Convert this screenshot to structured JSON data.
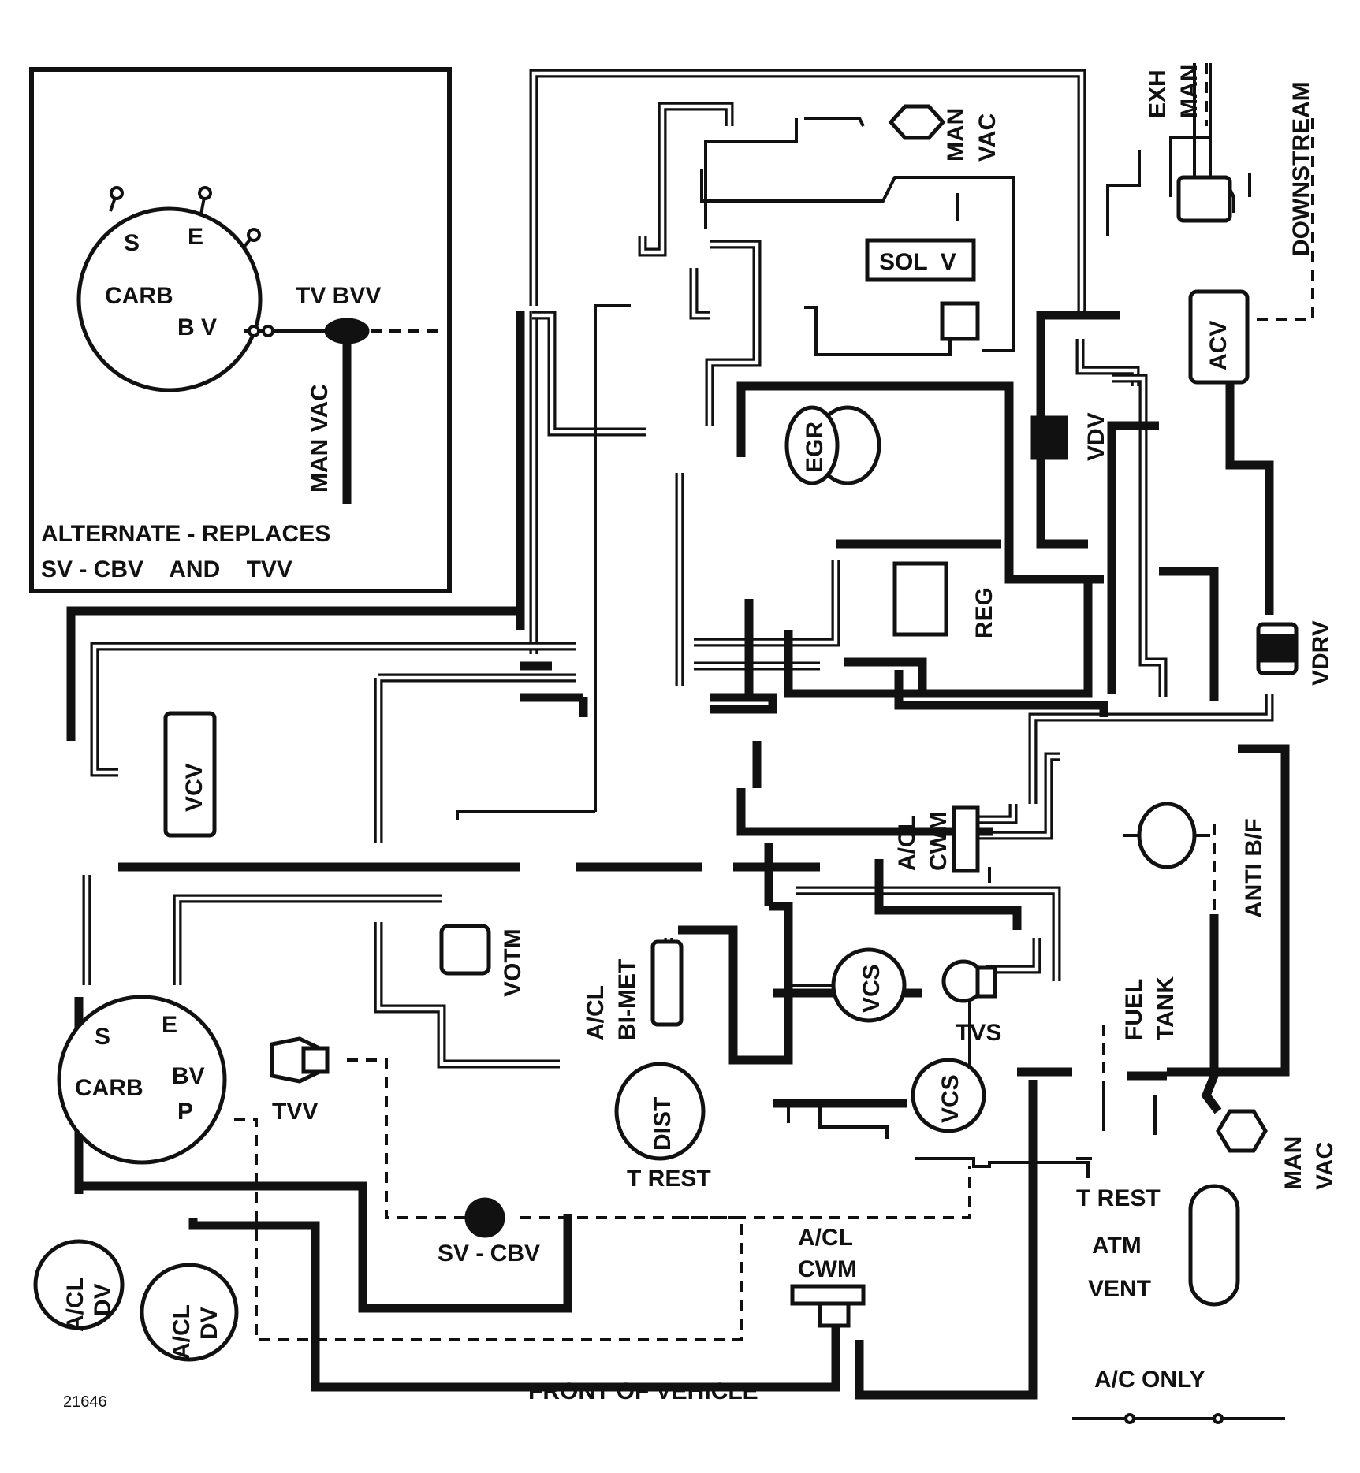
{
  "inset": {
    "carb_ports": {
      "s": "S",
      "e": "E",
      "bv": "B V"
    },
    "carb_label": "CARB",
    "tv_bvv": "TV BVV",
    "man_vac": "MAN VAC",
    "caption_line1": "ALTERNATE - REPLACES",
    "caption_line2": "SV - CBV    AND    TVV"
  },
  "labels": {
    "man_vac_top_1": "MAN",
    "man_vac_top_2": "VAC",
    "sol_v": "SOL  V",
    "exh": "EXH",
    "man": "MAN",
    "downstream": "DOWNSTREAM",
    "acv": "ACV",
    "vdv": "VDV",
    "egr": "EGR",
    "reg": "REG",
    "vdrv": "VDRV",
    "vcv": "VCV",
    "ac_cl_cwm_right_1": "A/CL",
    "ac_cl_cwm_right_2": "CWM",
    "anti_bf": "ANTI B/F",
    "votm": "VOTM",
    "ac_cl_bimet_1": "A/CL",
    "ac_cl_bimet_2": "BI-MET",
    "vcs_upper": "VCS",
    "vcs_lower": "VCS",
    "tvs": "TVS",
    "fuel_1": "FUEL",
    "fuel_2": "TANK",
    "carb_s": "S",
    "carb_e": "E",
    "carb_bv": "BV",
    "carb_p": "P",
    "carb": "CARB",
    "tvv": "TVV",
    "dist": "DIST",
    "t_rest_mid": "T REST",
    "t_rest_right": "T REST",
    "atm": "ATM",
    "vent": "VENT",
    "man_vac_bottom_1": "MAN",
    "man_vac_bottom_2": "VAC",
    "sv_cbv": "SV - CBV",
    "ac_cl_cwm_bottom_1": "A/CL",
    "ac_cl_cwm_bottom_2": "CWM",
    "ac_cl_dv_1_a": "A/CL",
    "ac_cl_dv_1_b": "DV",
    "ac_cl_dv_2_a": "A/CL",
    "ac_cl_dv_2_b": "DV",
    "front_of_vehicle": "FRONT OF VEHICLE",
    "ac_only": "A/C ONLY",
    "figure_number": "21646"
  }
}
